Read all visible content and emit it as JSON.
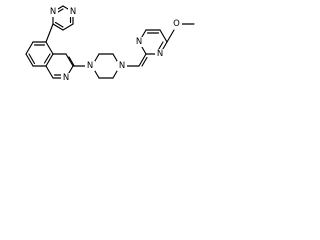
{
  "molecule": {
    "atom_labels": {
      "pyrimidine_top_n1": "N",
      "pyrimidine_top_n2": "N",
      "quinoline_n": "N",
      "piperazine_n_left": "N",
      "piperazine_n_right": "N",
      "pyrimidine_right_n1": "N",
      "pyrimidine_right_n2": "N",
      "methoxy_o": "O"
    },
    "colors": {
      "bond": "#000000",
      "text": "#000000",
      "background": "#ffffff"
    }
  }
}
